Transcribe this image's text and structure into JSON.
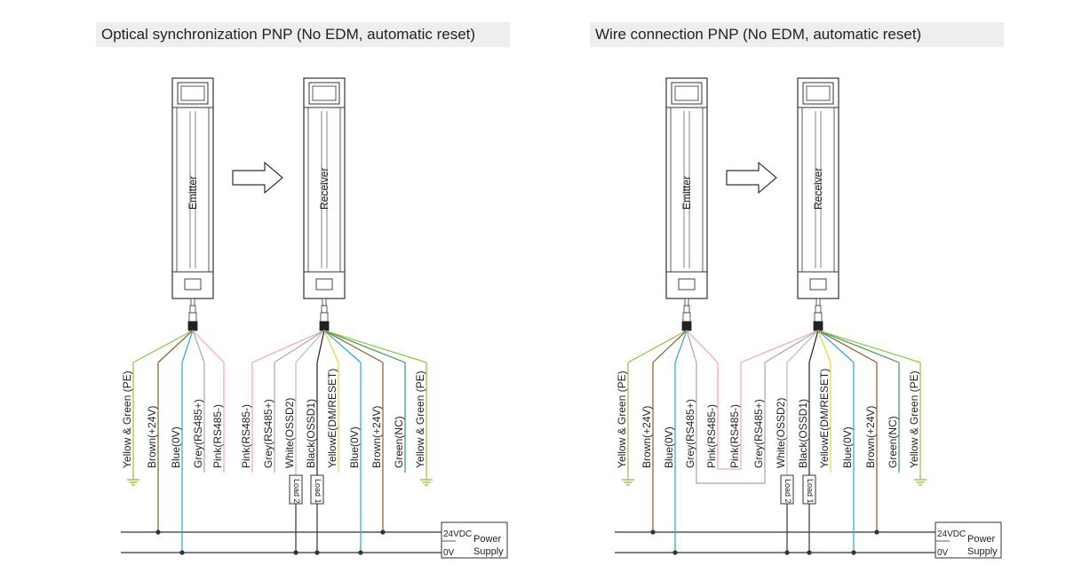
{
  "diagrams": [
    {
      "title": "Optical synchronization PNP (No EDM, automatic reset)",
      "emitter_label": "Emitter",
      "receiver_label": "Receiver",
      "emitter_wires": [
        "Yellow & Green (PE)",
        "Brown(+24V)",
        "Blue(0V)",
        "Grey(RS485+)",
        "Pink(RS485-)"
      ],
      "receiver_wires": [
        "Pink(RS485-)",
        "Grey(RS485+)",
        "White(OSSD2)",
        "Black(OSSD1)",
        "YellowE(DM/RESET)",
        "Blue(0V)",
        "Brown(+24V)",
        "Green(NC)",
        "Yellow & Green (PE)"
      ],
      "loads": [
        "Load 2",
        "Load 1"
      ],
      "power_supply": {
        "v24": "24VDC",
        "v0": "0V",
        "label1": "Power",
        "label2": "Supply"
      }
    },
    {
      "title": "Wire connection PNP (No EDM, automatic reset)",
      "emitter_label": "Emitter",
      "receiver_label": "Receiver",
      "emitter_wires": [
        "Yellow & Green (PE)",
        "Brown(+24V)",
        "Blue(0V)",
        "Grey(RS485+)",
        "Pink(RS485-)"
      ],
      "receiver_wires": [
        "Pink(RS485-)",
        "Grey(RS485+)",
        "White(OSSD2)",
        "Black(OSSD1)",
        "YellowE(DM/RESET)",
        "Blue(0V)",
        "Brown(+24V)",
        "Green(NC)",
        "Yellow & Green (PE)"
      ],
      "loads": [
        "Load 2",
        "Load 1"
      ],
      "power_supply": {
        "v24": "24VDC",
        "v0": "0V",
        "label1": "Power",
        "label2": "Supply"
      }
    }
  ],
  "wire_colors": {
    "yellow_green": "#8dc63f",
    "brown": "#8b5a2b",
    "blue": "#29a9d6",
    "grey": "#a8a8a8",
    "pink": "#f2a7a7",
    "black": "#222222",
    "yellow": "#e8d33a",
    "green": "#2e9e4f"
  }
}
